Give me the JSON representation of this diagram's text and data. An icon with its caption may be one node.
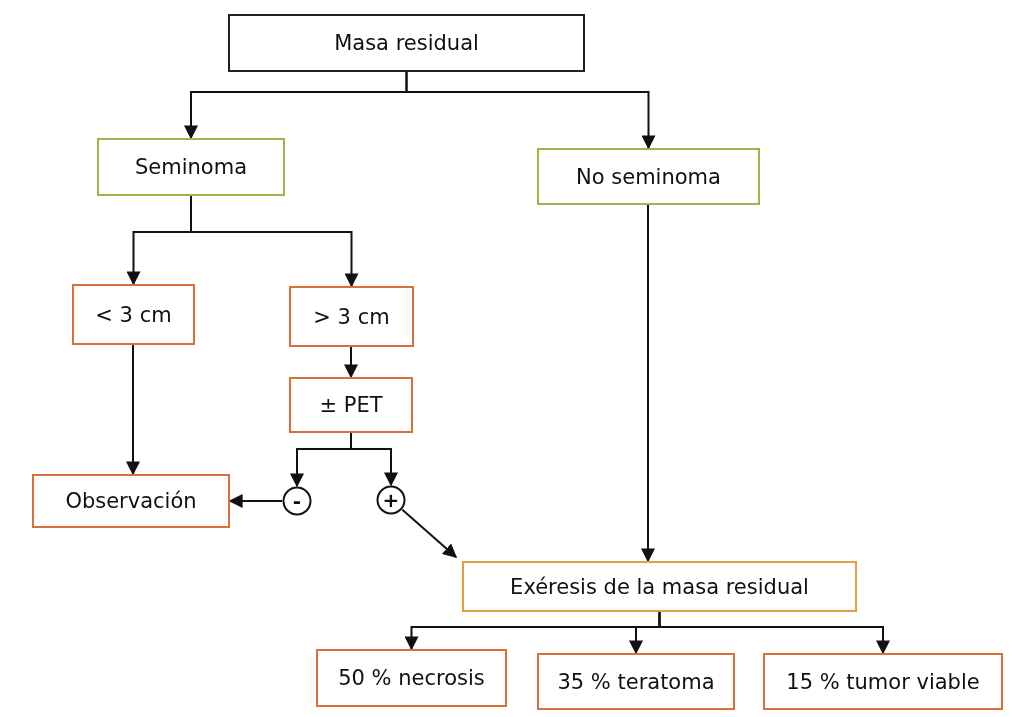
{
  "diagram": {
    "nodes": [
      {
        "text": [
          "Masa residual"
        ]
      },
      {
        "text": [
          "Seminoma"
        ]
      },
      {
        "text": [
          "No seminoma"
        ]
      },
      {
        "text": [
          "< 3 cm"
        ]
      },
      {
        "text": [
          "> 3 cm"
        ]
      },
      {
        "text": [
          "± PET"
        ]
      },
      {
        "text": [
          "Observación"
        ]
      },
      {
        "text": [
          "-"
        ]
      },
      {
        "text": [
          "+"
        ]
      },
      {
        "text": [
          "Exéresis de la masa residual"
        ]
      },
      {
        "text": [
          "50 % necrosis"
        ]
      },
      {
        "text": [
          "35 % teratoma"
        ]
      },
      {
        "text": [
          "15 % tumor viable"
        ]
      }
    ],
    "edges": [
      {
        "from": 0,
        "to": 1,
        "arrow": "to"
      },
      {
        "from": 0,
        "to": 2,
        "arrow": "to"
      },
      {
        "from": 1,
        "to": 3,
        "arrow": "to"
      },
      {
        "from": 1,
        "to": 4,
        "arrow": "to"
      },
      {
        "from": 3,
        "to": 6,
        "arrow": "to"
      },
      {
        "from": 4,
        "to": 5,
        "arrow": "to"
      },
      {
        "from": 5,
        "to": 7,
        "arrow": "to"
      },
      {
        "from": 5,
        "to": 8,
        "arrow": "to"
      },
      {
        "from": 7,
        "to": 6,
        "arrow": "to"
      },
      {
        "from": 8,
        "to": 9,
        "arrow": "to"
      },
      {
        "from": 2,
        "to": 9,
        "arrow": "to"
      },
      {
        "from": 9,
        "to": 10,
        "arrow": "to"
      },
      {
        "from": 9,
        "to": 11,
        "arrow": "to"
      },
      {
        "from": 9,
        "to": 12,
        "arrow": "to"
      }
    ]
  }
}
